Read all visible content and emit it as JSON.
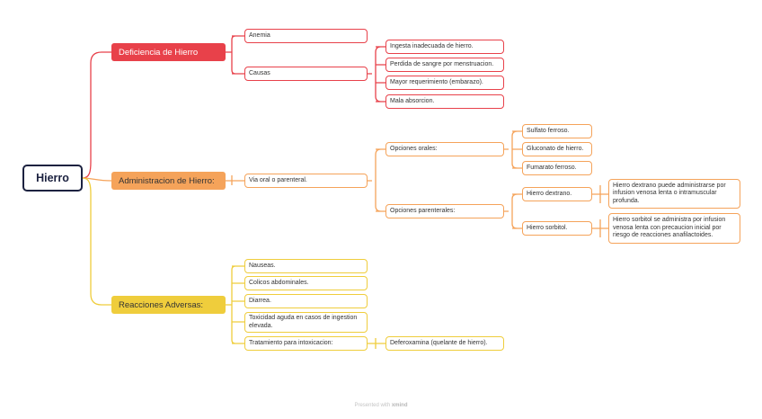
{
  "root": {
    "label": "Hierro"
  },
  "deficiencia": {
    "label": "Deficiencia de Hierro",
    "anemia": "Anemia",
    "causas": "Causas",
    "causas_items": [
      "Ingesta inadecuada de hierro.",
      "Perdida de sangre por menstruacion.",
      "Mayor requerimiento (embarazo).",
      "Mala absorcion."
    ]
  },
  "administracion": {
    "label": "Administracion de Hierro:",
    "via": "Via oral o parenteral.",
    "orales": "Opciones orales:",
    "orales_items": [
      "Sulfato ferroso.",
      "Gluconato de hierro.",
      "Fumarato ferroso."
    ],
    "parenterales": "Opciones parenterales:",
    "dextrano": "Hierro dextrano.",
    "dextrano_note": "Hierro dextrano puede administrarse por infusion venosa lenta o intramuscular profunda.",
    "sorbitol": "Hierro sorbitol.",
    "sorbitol_note": "Hierro sorbitol se administra por infusion venosa lenta con precaucion inicial por riesgo de reacciones anafilactoides."
  },
  "reacciones": {
    "label": "Reacciones Adversas:",
    "items": [
      "Nauseas.",
      "Colicos abdominales.",
      "Diarrea.",
      "Toxicidad aguda en casos de ingestion elevada."
    ],
    "tratamiento": "Tratamiento para intoxicacion:",
    "deferoxamina": "Deferoxamina (quelante de hierro)."
  },
  "footer": {
    "prefix": "Presented with",
    "brand": "xmind"
  },
  "colors": {
    "red": "#e8414a",
    "orange": "#f5a35a",
    "yellow": "#efcd3c",
    "root_border": "#1c2240"
  }
}
